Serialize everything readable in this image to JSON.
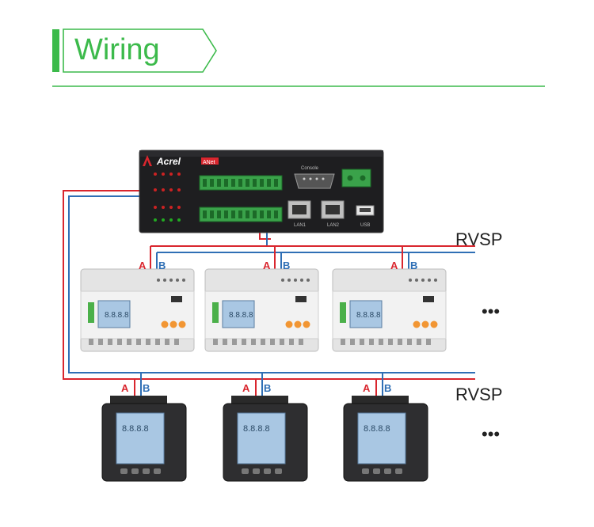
{
  "header": {
    "title": "Wiring",
    "accent_color": "#3cba4b"
  },
  "gateway": {
    "brand": "Acrel",
    "model_badge": "ANet",
    "console_label": "Console",
    "lan1_label": "LAN1",
    "lan2_label": "LAN2",
    "usb_label": "USB"
  },
  "buses": [
    {
      "label": "RVSP",
      "more": "•••"
    },
    {
      "label": "RVSP",
      "more": "•••"
    }
  ],
  "terminal_labels": {
    "a": "A",
    "b": "B"
  },
  "colors": {
    "wire_a": "#d9262e",
    "wire_b": "#2f6fb5",
    "label_a": "#d9262e",
    "label_b": "#2f6fb5"
  },
  "din_meters": [
    {
      "display": "8.8.8.8"
    },
    {
      "display": "8.8.8.8"
    },
    {
      "display": "8.8.8.8"
    }
  ],
  "panel_meters": [
    {
      "display": "8.8.8.8"
    },
    {
      "display": "8.8.8.8"
    },
    {
      "display": "8.8.8.8"
    }
  ]
}
